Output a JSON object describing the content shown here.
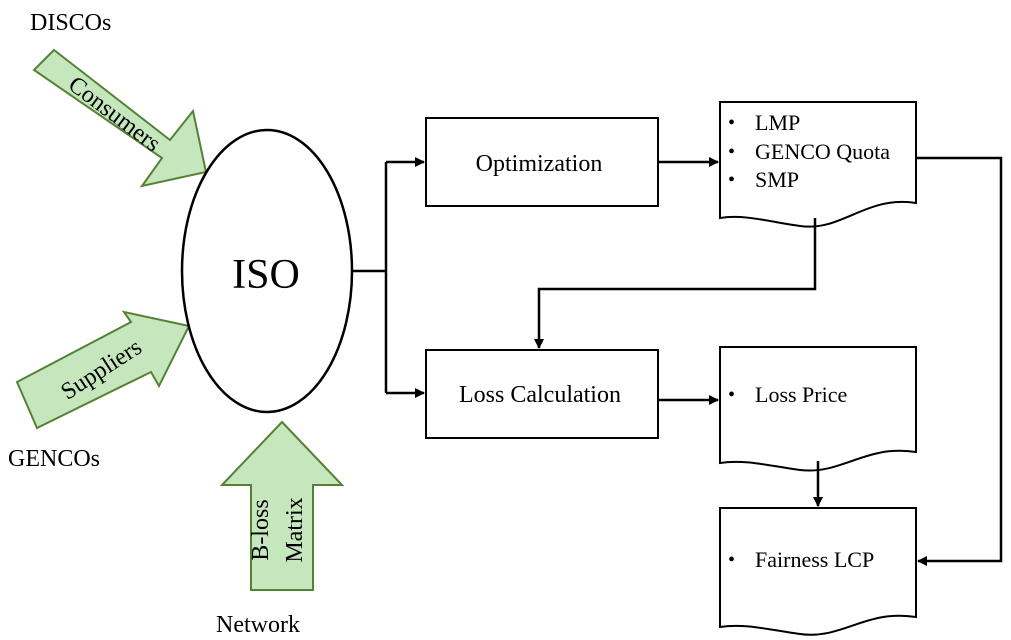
{
  "labels": {
    "discos": "DISCOs",
    "gencos": "GENCOs",
    "network": "Network",
    "iso": "ISO"
  },
  "inputs": {
    "consumers": "Consumers",
    "suppliers": "Suppliers",
    "bloss_line1": "B-loss",
    "bloss_line2": "Matrix"
  },
  "process": {
    "optimization": "Optimization",
    "loss_calculation": "Loss Calculation"
  },
  "outputs": {
    "optimization_results": [
      "LMP",
      "GENCO Quota",
      "SMP"
    ],
    "loss_price": "Loss Price",
    "fairness_lcp": "Fairness LCP",
    "bullet": "•"
  },
  "colors": {
    "arrow_fill": "#c6e6bd",
    "arrow_stroke": "#548235",
    "line": "#000000"
  }
}
